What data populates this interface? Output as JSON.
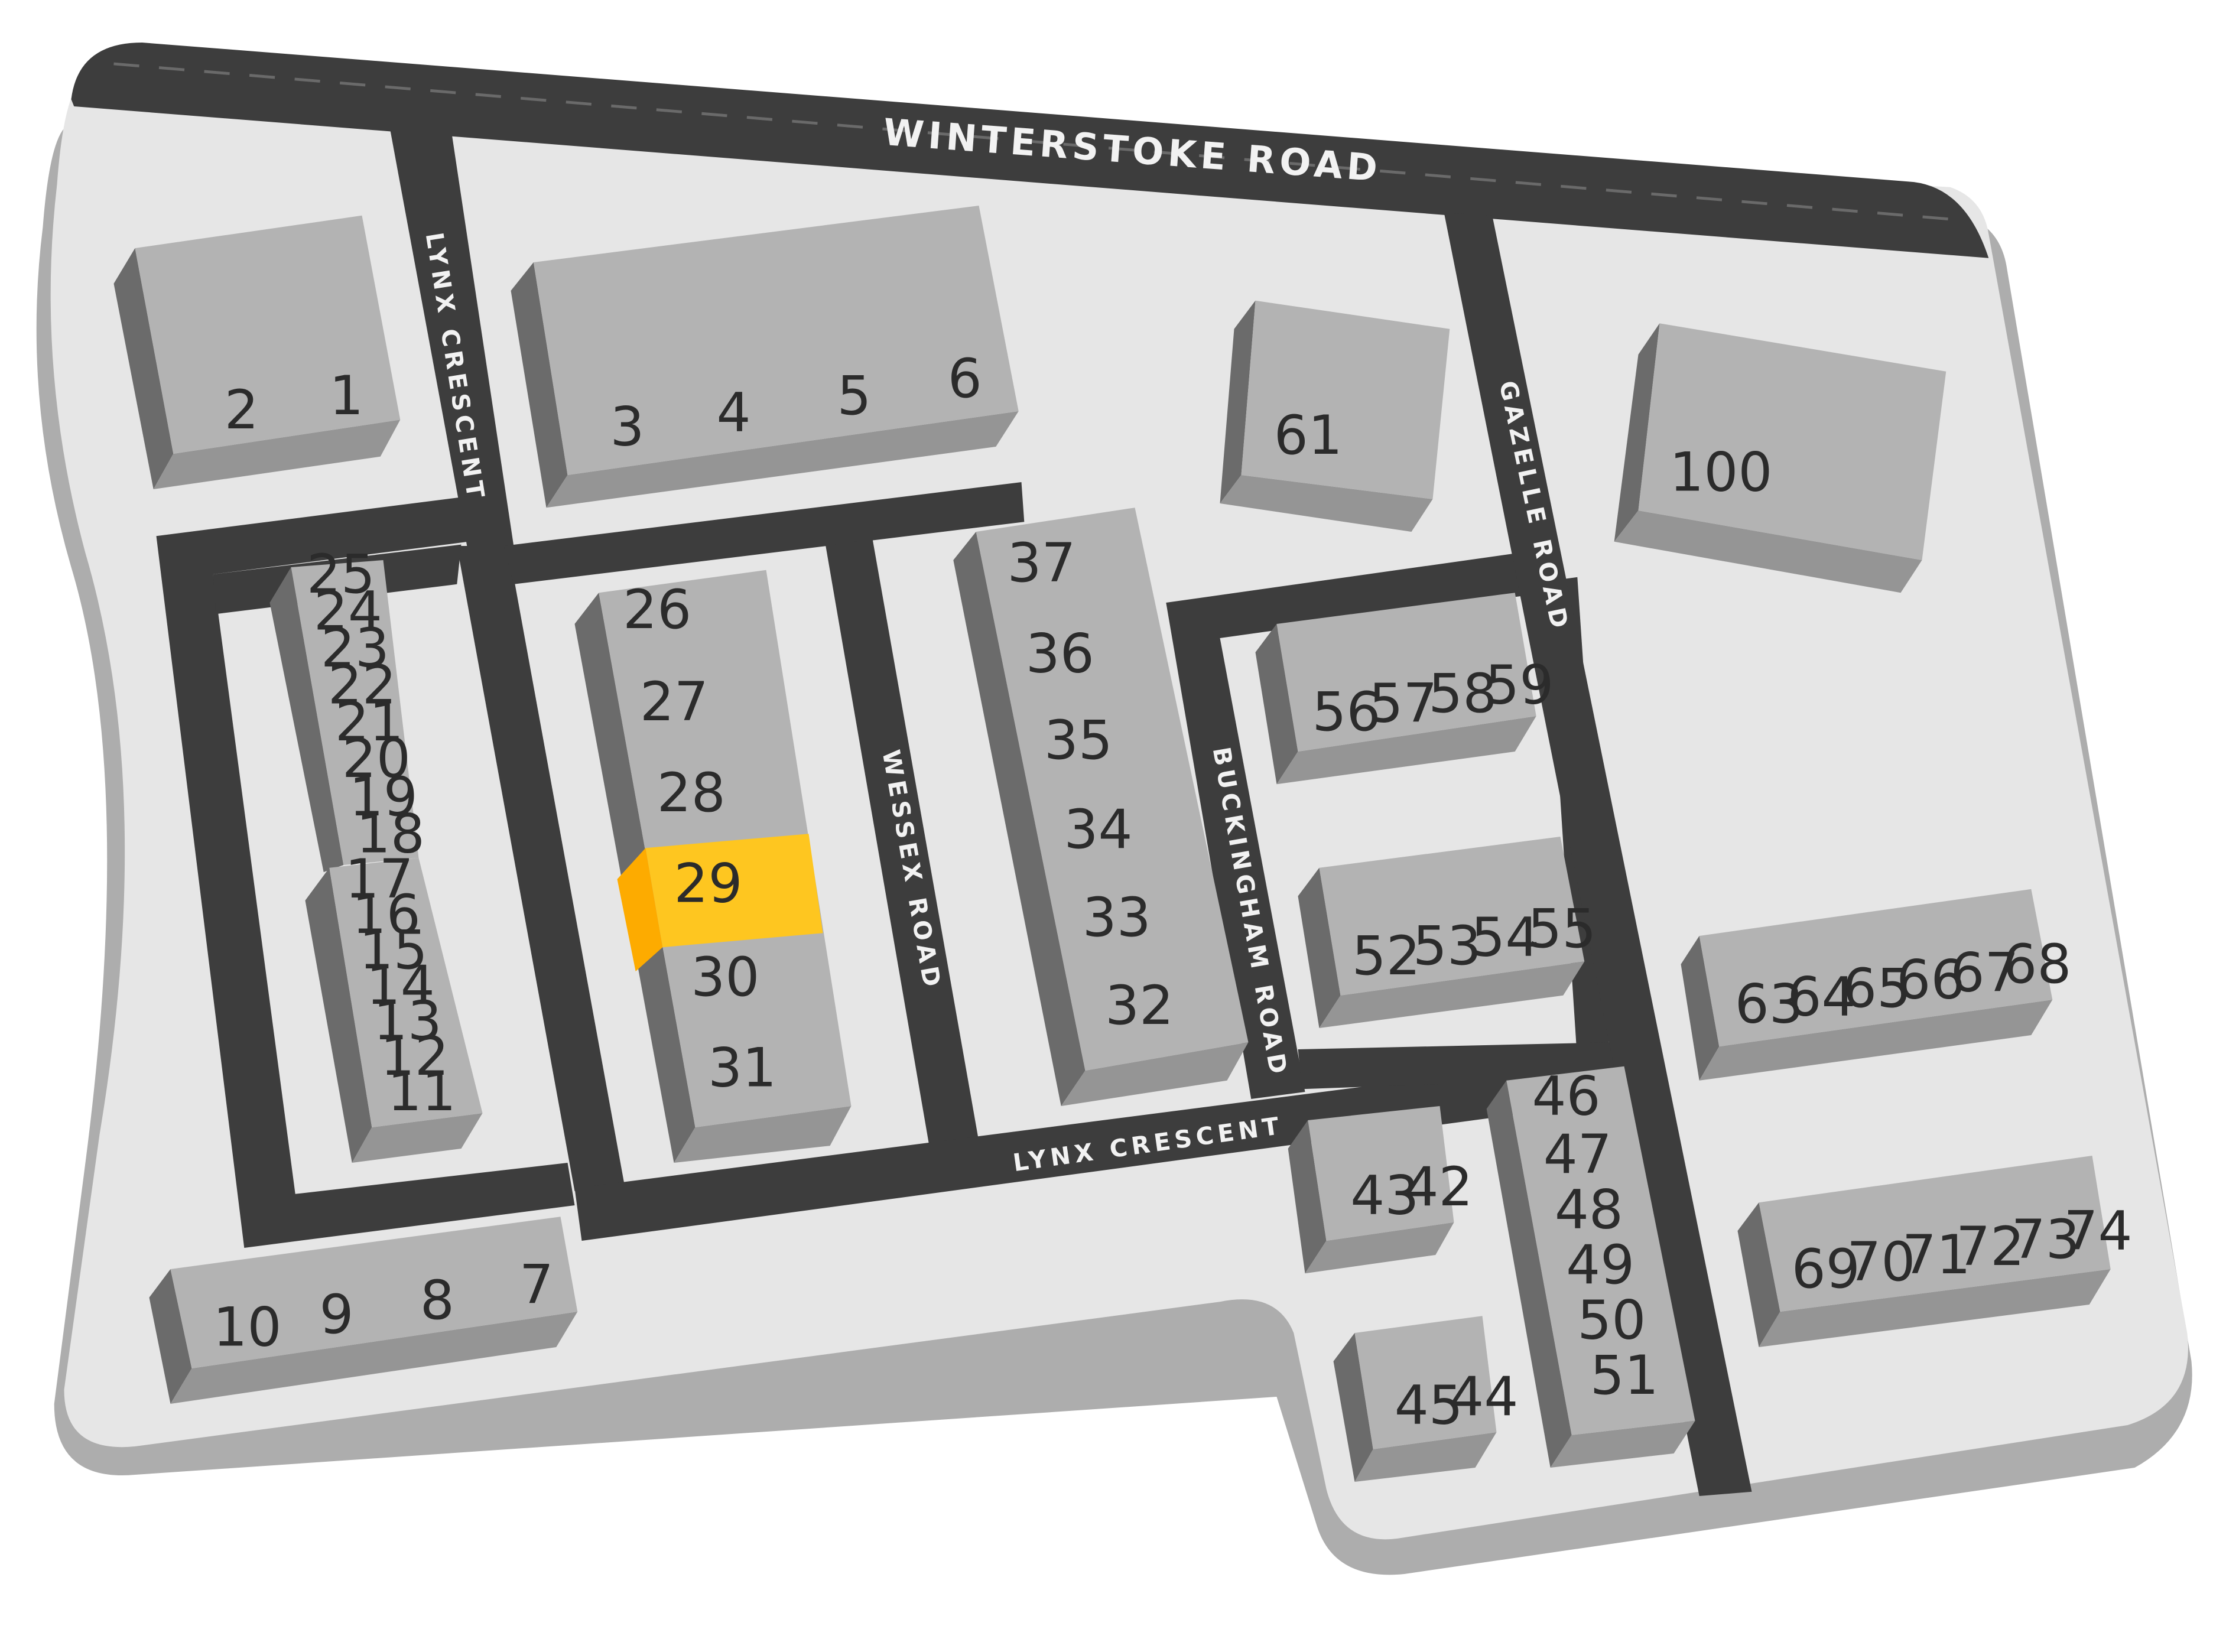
{
  "colors": {
    "ground": "#e6e6e6",
    "ground_shadow": "#adadad",
    "road": "#3d3d3d",
    "building_top": "#b3b3b3",
    "building_side": "#6b6b6b",
    "building_front": "#959595",
    "highlight": "#fec620",
    "highlight_side": "#fdab00"
  },
  "roads": {
    "winterstoke": "WINTERSTOKE ROAD",
    "lynx_north": "LYNX CRESCENT",
    "lynx_south": "LYNX CRESCENT",
    "wessex": "WESSEX ROAD",
    "buckingham": "BUCKINGHAM ROAD",
    "gazelle": "GAZELLE ROAD"
  },
  "highlighted_unit": "29",
  "units": {
    "u1": "1",
    "u2": "2",
    "u3": "3",
    "u4": "4",
    "u5": "5",
    "u6": "6",
    "u7": "7",
    "u8": "8",
    "u9": "9",
    "u10": "10",
    "u11": "11",
    "u12": "12",
    "u13": "13",
    "u14": "14",
    "u15": "15",
    "u16": "16",
    "u17": "17",
    "u18": "18",
    "u19": "19",
    "u20": "20",
    "u21": "21",
    "u22": "22",
    "u23": "23",
    "u24": "24",
    "u25": "25",
    "u26": "26",
    "u27": "27",
    "u28": "28",
    "u29": "29",
    "u30": "30",
    "u31": "31",
    "u32": "32",
    "u33": "33",
    "u34": "34",
    "u35": "35",
    "u36": "36",
    "u37": "37",
    "u42": "42",
    "u43": "43",
    "u44": "44",
    "u45": "45",
    "u46": "46",
    "u47": "47",
    "u48": "48",
    "u49": "49",
    "u50": "50",
    "u51": "51",
    "u52": "52",
    "u53": "53",
    "u54": "54",
    "u55": "55",
    "u56": "56",
    "u57": "57",
    "u58": "58",
    "u59": "59",
    "u61": "61",
    "u63": "63",
    "u64": "64",
    "u65": "65",
    "u66": "66",
    "u67": "67",
    "u68": "68",
    "u69": "69",
    "u70": "70",
    "u71": "71",
    "u72": "72",
    "u73": "73",
    "u74": "74",
    "u100": "100"
  }
}
